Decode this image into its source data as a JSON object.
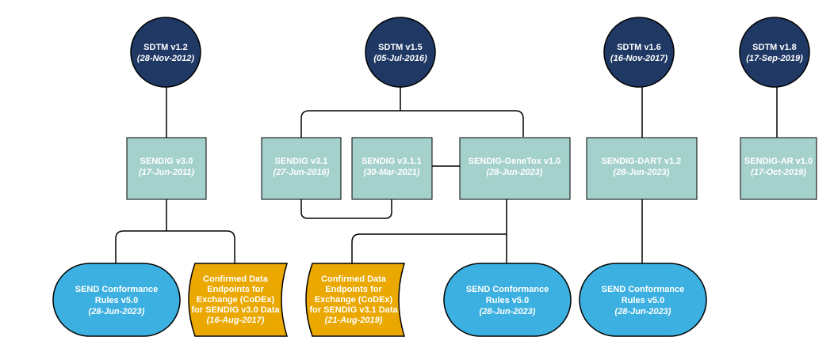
{
  "colors": {
    "sdtm_fill": "#1f3864",
    "sendig_fill": "#a5d1cc",
    "rules_fill": "#3cb0e0",
    "codex_fill": "#eaa800",
    "line": "#000000",
    "text": "#ffffff"
  },
  "sdtm": [
    {
      "title": "SDTM v1.2",
      "date": "(28-Nov-2012)"
    },
    {
      "title": "SDTM v1.5",
      "date": "(05-Jul-2016)"
    },
    {
      "title": "SDTM v1.6",
      "date": "(16-Nov-2017)"
    },
    {
      "title": "SDTM v1.8",
      "date": "(17-Sep-2019)"
    }
  ],
  "sendig": [
    {
      "title": "SENDIG v3.0",
      "date": "(17-Jun-2011)"
    },
    {
      "title": "SENDIG v3.1",
      "date": "(27-Jun-2016)"
    },
    {
      "title": "SENDIG v3.1.1",
      "date": "(30-Mar-2021)"
    },
    {
      "title": "SENDIG-GeneTox v1.0",
      "date": "(28-Jun-2023)"
    },
    {
      "title": "SENDIG-DART v1.2",
      "date": "(28-Jun-2023)"
    },
    {
      "title": "SENDIG-AR v1.0",
      "date": "(17-Oct-2019)"
    }
  ],
  "rules": [
    {
      "line1": "SEND Conformance",
      "line2": "Rules v5.0",
      "date": "(28-Jun-2023)"
    },
    {
      "line1": "SEND Conformance",
      "line2": "Rules v5.0",
      "date": "(28-Jun-2023)"
    },
    {
      "line1": "SEND Conformance",
      "line2": "Rules v5.0",
      "date": "(28-Jun-2023)"
    }
  ],
  "codex": [
    {
      "lines": [
        "Confirmed Data",
        "Endpoints for",
        "Exchange (CoDEx)",
        "for SENDIG v3.0 Data"
      ],
      "date": "(16-Aug-2017)"
    },
    {
      "lines": [
        "Confirmed Data",
        "Endpoints for",
        "Exchange (CoDEx)",
        "for SENDIG v3.1 Data"
      ],
      "date": "(21-Aug-2019)"
    }
  ]
}
